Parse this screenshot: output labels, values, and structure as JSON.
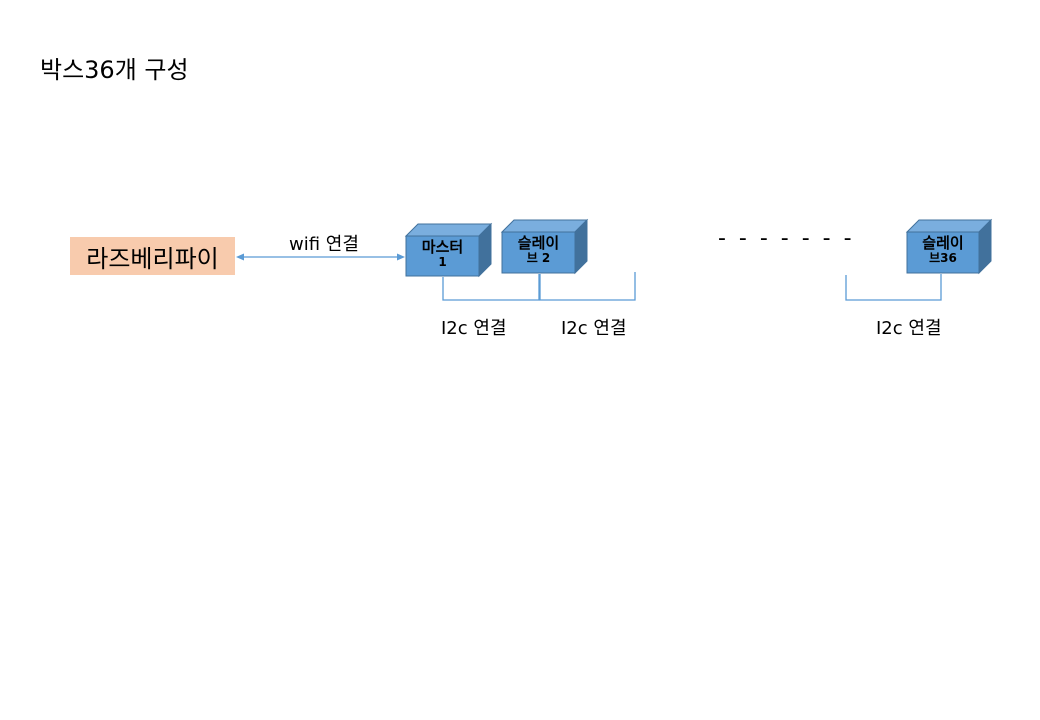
{
  "title": "박스36개 구성",
  "raspberry_pi": {
    "label": "라즈베리파이"
  },
  "wifi_link": {
    "label": "wifi 연결"
  },
  "boxes": [
    {
      "line1": "마스터",
      "line2": "1"
    },
    {
      "line1": "슬레이",
      "line2": "브 2"
    },
    {
      "line1": "슬레이",
      "line2": "브36"
    }
  ],
  "ellipsis": "- - - - - - -",
  "i2c_labels": [
    "I2c 연결",
    "I2c 연결",
    "I2c 연결"
  ],
  "colors": {
    "raspberry_pi_fill": "#f8cbad",
    "box_front": "#5b9bd5",
    "box_top": "#7aaede",
    "box_side": "#41719c",
    "connector_line": "#5b9bd5"
  }
}
